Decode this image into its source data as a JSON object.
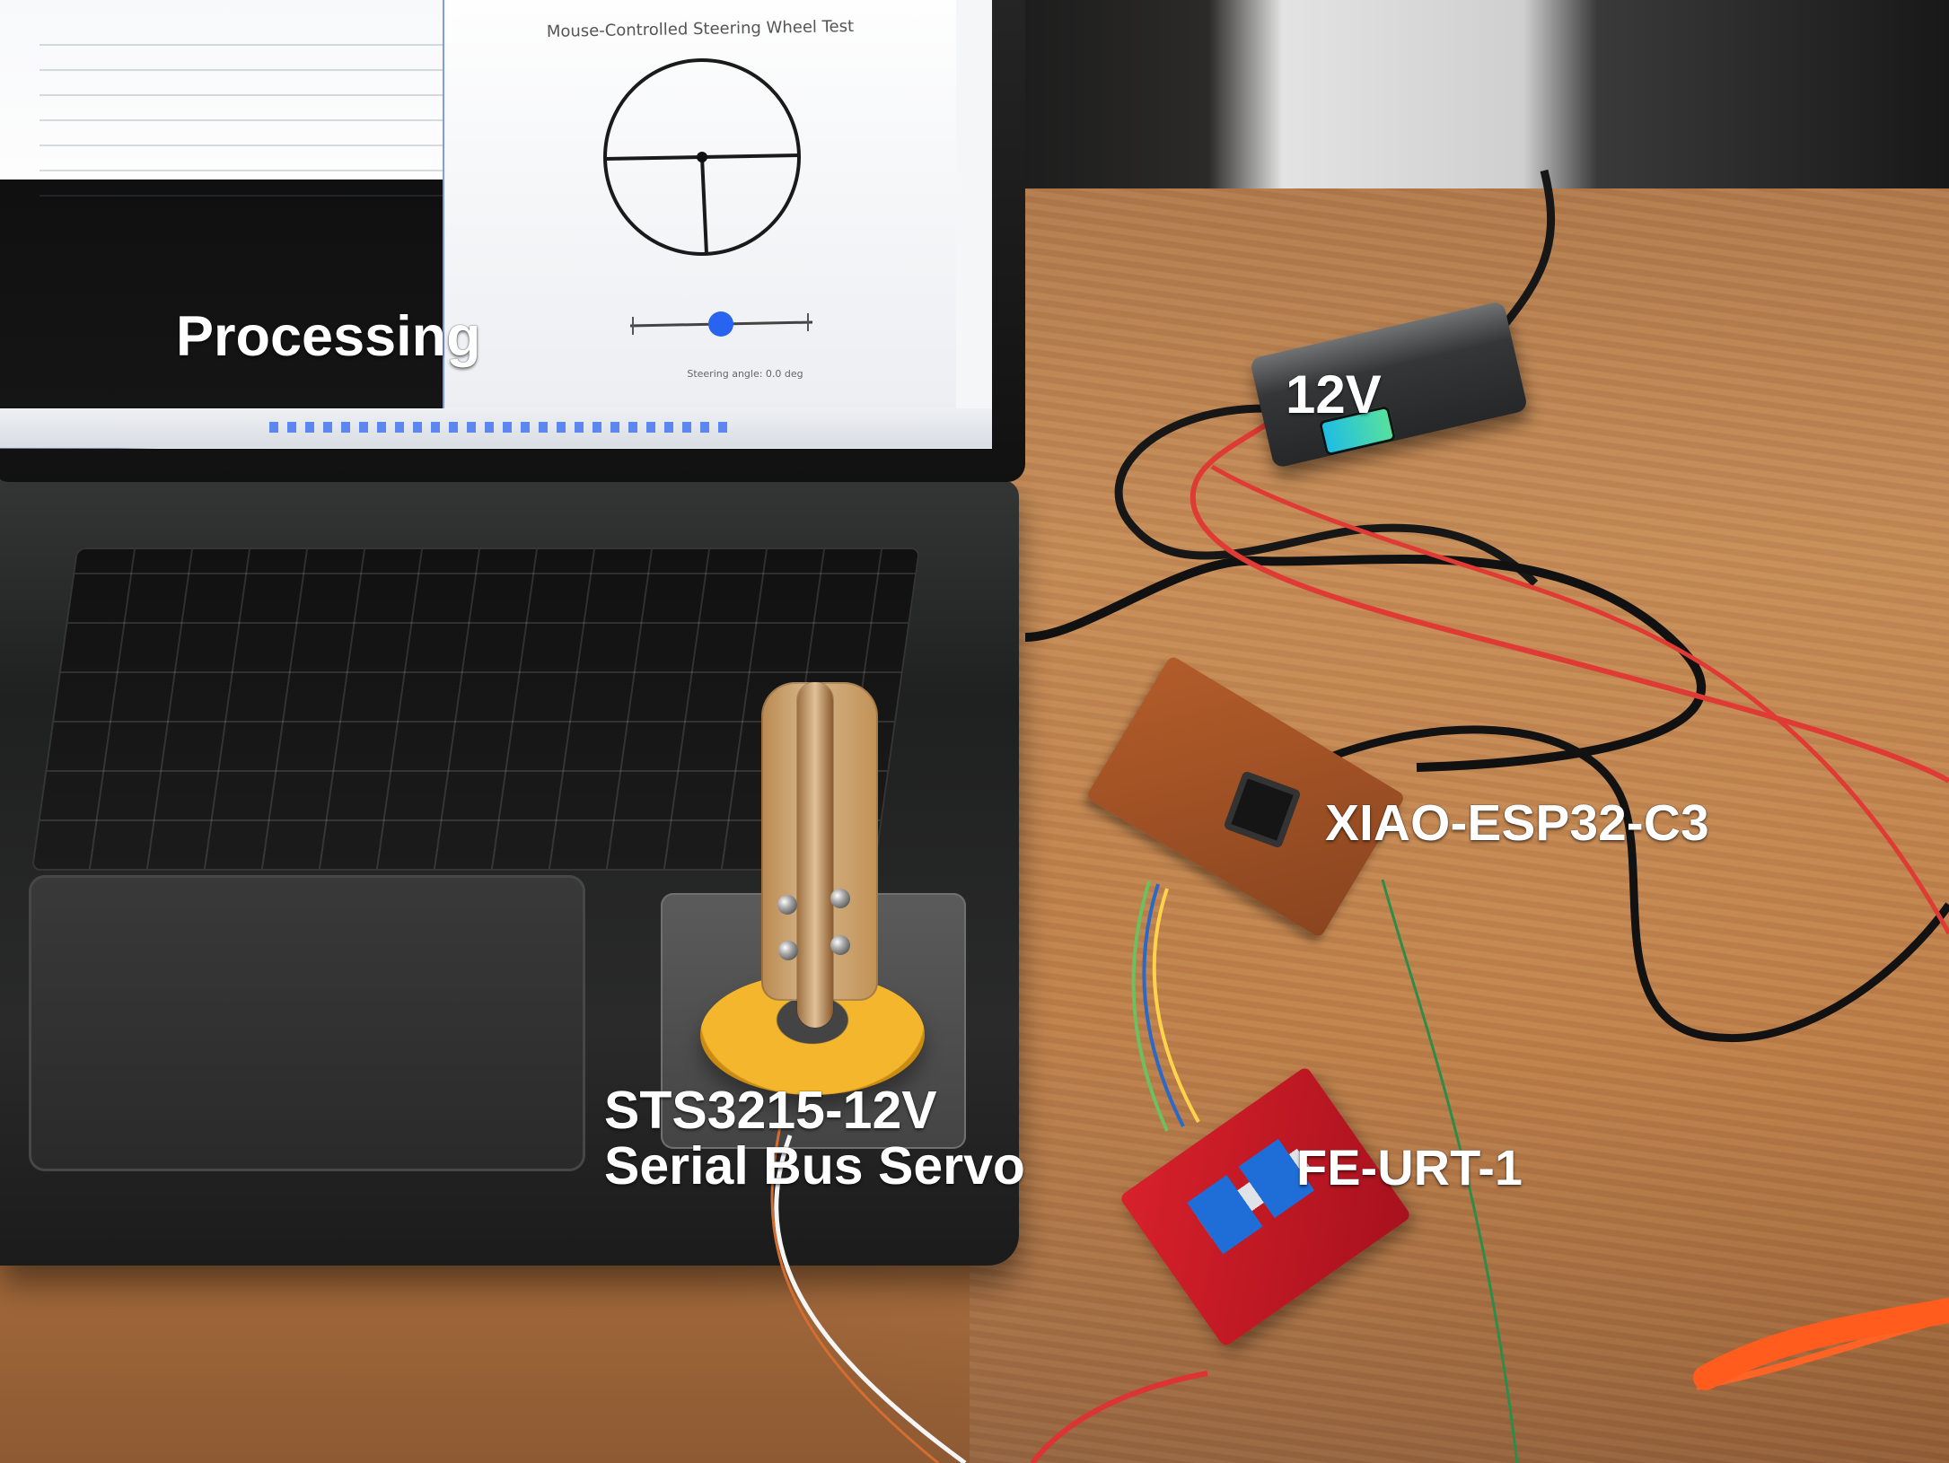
{
  "labels": {
    "processing": "Processing",
    "power_supply": "12V",
    "controller": "XIAO-ESP32-C3",
    "servo": "STS3215-12V\nSerial Bus Servo",
    "adapter": "FE-URT-1"
  },
  "screen": {
    "app_title": "Mouse-Controlled Steering Wheel Test",
    "steering_readout": "Steering angle: 0.0 deg"
  },
  "colors": {
    "desk": "#c58b56",
    "label": "#ffffff",
    "servo_tape": "#f3b62d",
    "adapter_board": "#d8212b",
    "wire_red": "#df3a33"
  }
}
